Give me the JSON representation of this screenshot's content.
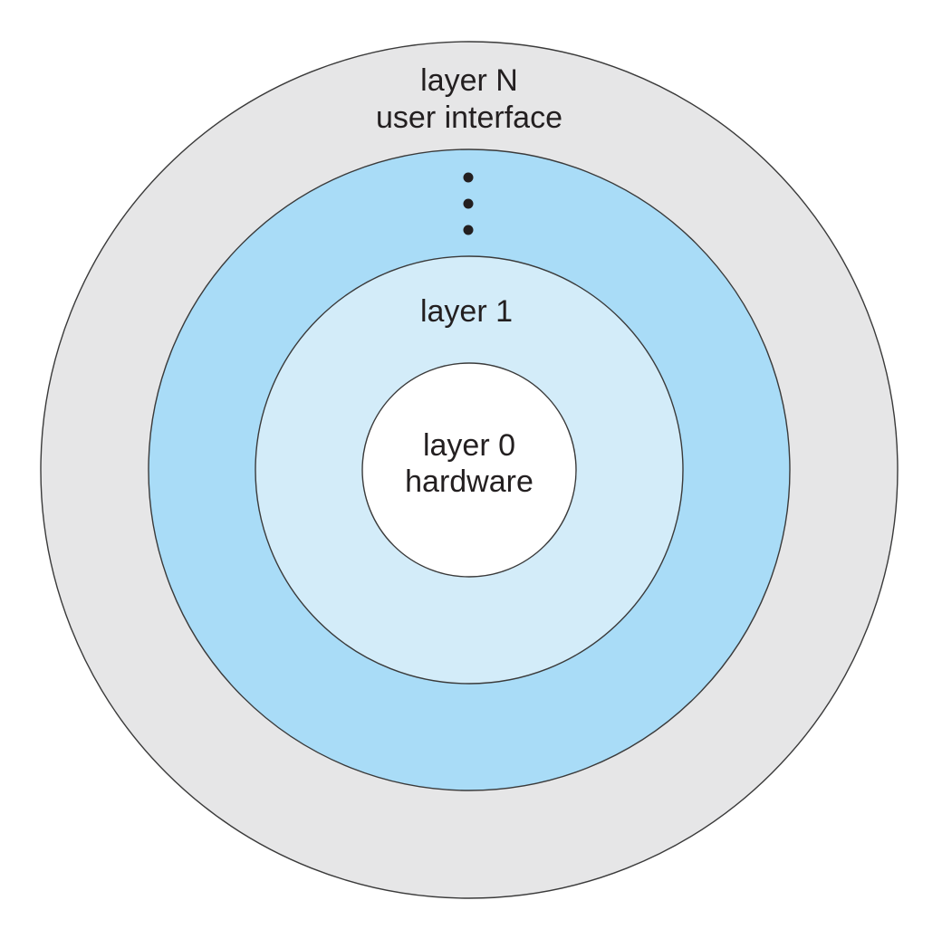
{
  "diagram": {
    "layers": [
      {
        "id": "layer-n",
        "lines": [
          "layer N",
          "user interface"
        ],
        "fill": "#e6e6e7"
      },
      {
        "id": "intermediate-layers",
        "lines": [],
        "fill": "#a9dcf7",
        "ellipsis": "⋮"
      },
      {
        "id": "layer-1",
        "lines": [
          "layer 1"
        ],
        "fill": "#d3ecf9"
      },
      {
        "id": "layer-0",
        "lines": [
          "layer 0",
          "hardware"
        ],
        "fill": "#ffffff"
      }
    ],
    "colors": {
      "stroke": "#3a3a3a",
      "text": "#231f20"
    }
  }
}
